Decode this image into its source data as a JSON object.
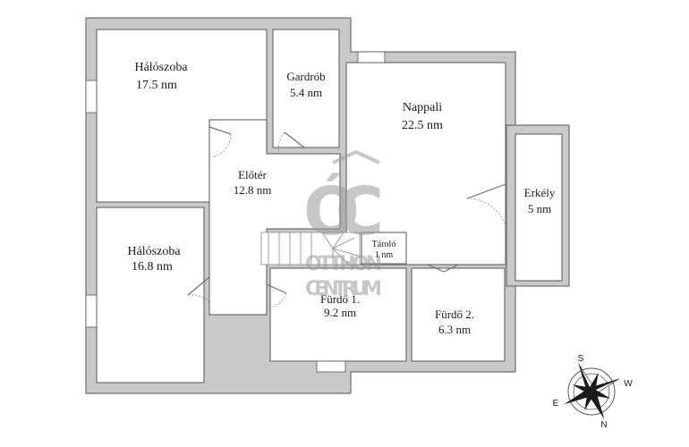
{
  "rooms": {
    "halo1": {
      "name": "Hálószoba",
      "area": "17.5 nm"
    },
    "gardrob": {
      "name": "Gardrób",
      "area": "5.4 nm"
    },
    "nappali": {
      "name": "Nappali",
      "area": "22.5 nm"
    },
    "eloter": {
      "name": "Előtér",
      "area": "12.8 nm"
    },
    "erkely": {
      "name": "Erkély",
      "area": "5 nm"
    },
    "halo2": {
      "name": "Hálószoba",
      "area": "16.8 nm"
    },
    "tarolo": {
      "name": "Tároló",
      "area": "1 nm"
    },
    "furdo1": {
      "name": "Fürdő 1.",
      "area": "9.2 nm"
    },
    "furdo2": {
      "name": "Fürdő 2.",
      "area": "6.3 nm"
    }
  },
  "watermark": {
    "line1": "OTTHON",
    "line2": "CENTRUM"
  },
  "compass": {
    "north": "N",
    "south": "S",
    "east": "E",
    "west": "W"
  },
  "colors": {
    "wall_fill": "#c9c9c9",
    "line": "#6f6f6f"
  }
}
